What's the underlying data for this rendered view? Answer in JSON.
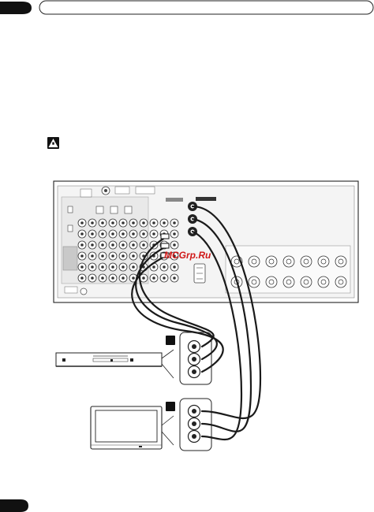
{
  "header": {
    "tab_shape": "black-rounded-tab",
    "title_box": "empty-rounded-box"
  },
  "watermark": {
    "text": "MCGrp.Ru"
  },
  "icons": {
    "caution": "caution-hand-icon"
  },
  "devices": {
    "receiver": {
      "name": "av-receiver-rear-panel"
    },
    "player": {
      "name": "dvd-player"
    },
    "tv": {
      "name": "tv-monitor"
    }
  },
  "cable_color": "#1a1a1a"
}
